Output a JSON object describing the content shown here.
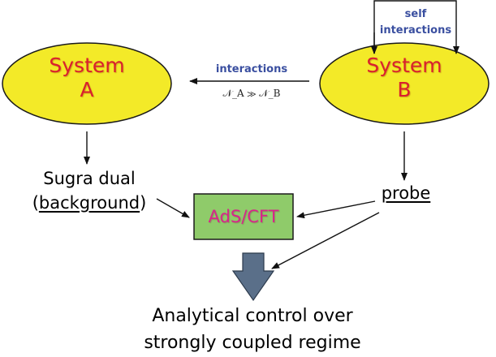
{
  "system_a": {
    "line1": "System",
    "line2": "A"
  },
  "system_b": {
    "line1": "System",
    "line2": "B"
  },
  "interactions": {
    "label": "interactions",
    "condition": "𝒩_A ≫ 𝒩_B"
  },
  "self_interactions": {
    "line1": "self",
    "line2": "interactions"
  },
  "sugra": {
    "line1": "Sugra dual",
    "open_paren": "(",
    "underlined": "background",
    "close_paren": ")"
  },
  "probe": {
    "label": "probe"
  },
  "adscft": {
    "label": "AdS/CFT"
  },
  "conclusion": {
    "line1": "Analytical control over",
    "line2": "strongly coupled regime"
  },
  "colors": {
    "ellipse_fill": "#f3ea28",
    "ellipse_stroke": "#1a1a1a",
    "system_text": "#d9202e",
    "label_blue": "#3a4fa0",
    "adscft_fill": "#8fcb6a",
    "adscft_text": "#d8258a",
    "big_arrow": "#5a6f89"
  }
}
